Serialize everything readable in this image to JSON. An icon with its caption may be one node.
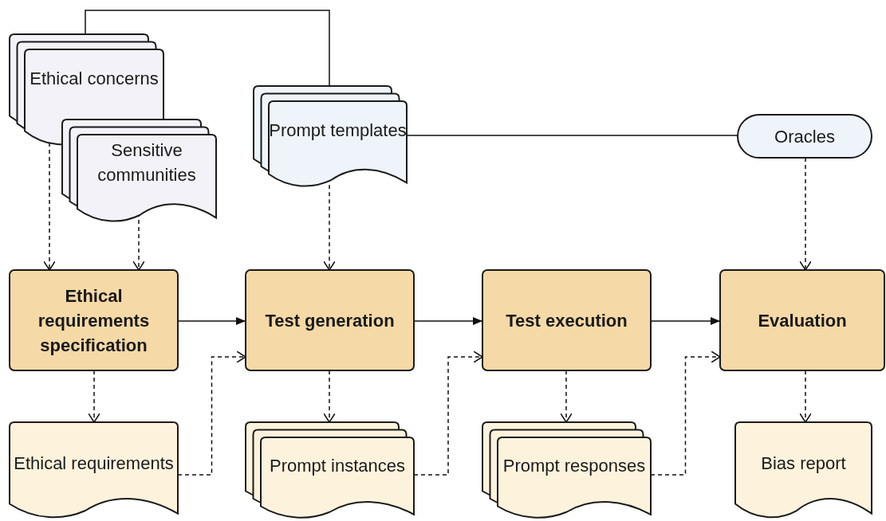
{
  "diagram": {
    "nodes": [
      {
        "text": [
          "Ethical concerns"
        ]
      },
      {
        "text": [
          "Sensitive communities"
        ]
      },
      {
        "text": [
          "Prompt templates"
        ]
      },
      {
        "text": [
          "Oracles"
        ]
      },
      {
        "text": [
          "Ethical requirements specification"
        ]
      },
      {
        "text": [
          "Test generation"
        ]
      },
      {
        "text": [
          "Test execution"
        ]
      },
      {
        "text": [
          "Evaluation"
        ]
      },
      {
        "text": [
          "Ethical requirements"
        ]
      },
      {
        "text": [
          "Prompt instances"
        ]
      },
      {
        "text": [
          "Prompt responses"
        ]
      },
      {
        "text": [
          "Bias report"
        ]
      }
    ],
    "edges": [
      {
        "from": 0,
        "to": 2,
        "arrow": "none"
      },
      {
        "from": 2,
        "to": 3,
        "arrow": "none"
      },
      {
        "from": 0,
        "to": 4,
        "arrow": "to",
        "style": "dashed"
      },
      {
        "from": 1,
        "to": 4,
        "arrow": "to",
        "style": "dashed"
      },
      {
        "from": 2,
        "to": 5,
        "arrow": "to",
        "style": "dashed"
      },
      {
        "from": 3,
        "to": 7,
        "arrow": "to",
        "style": "dashed"
      },
      {
        "from": 4,
        "to": 5,
        "arrow": "to"
      },
      {
        "from": 5,
        "to": 6,
        "arrow": "to"
      },
      {
        "from": 6,
        "to": 7,
        "arrow": "to"
      },
      {
        "from": 4,
        "to": 8,
        "arrow": "to",
        "style": "dashed"
      },
      {
        "from": 5,
        "to": 9,
        "arrow": "to",
        "style": "dashed"
      },
      {
        "from": 6,
        "to": 10,
        "arrow": "to",
        "style": "dashed"
      },
      {
        "from": 7,
        "to": 11,
        "arrow": "to",
        "style": "dashed"
      },
      {
        "from": 8,
        "to": 5,
        "arrow": "to",
        "style": "dashed"
      },
      {
        "from": 9,
        "to": 6,
        "arrow": "to",
        "style": "dashed"
      },
      {
        "from": 10,
        "to": 7,
        "arrow": "to",
        "style": "dashed"
      }
    ]
  }
}
